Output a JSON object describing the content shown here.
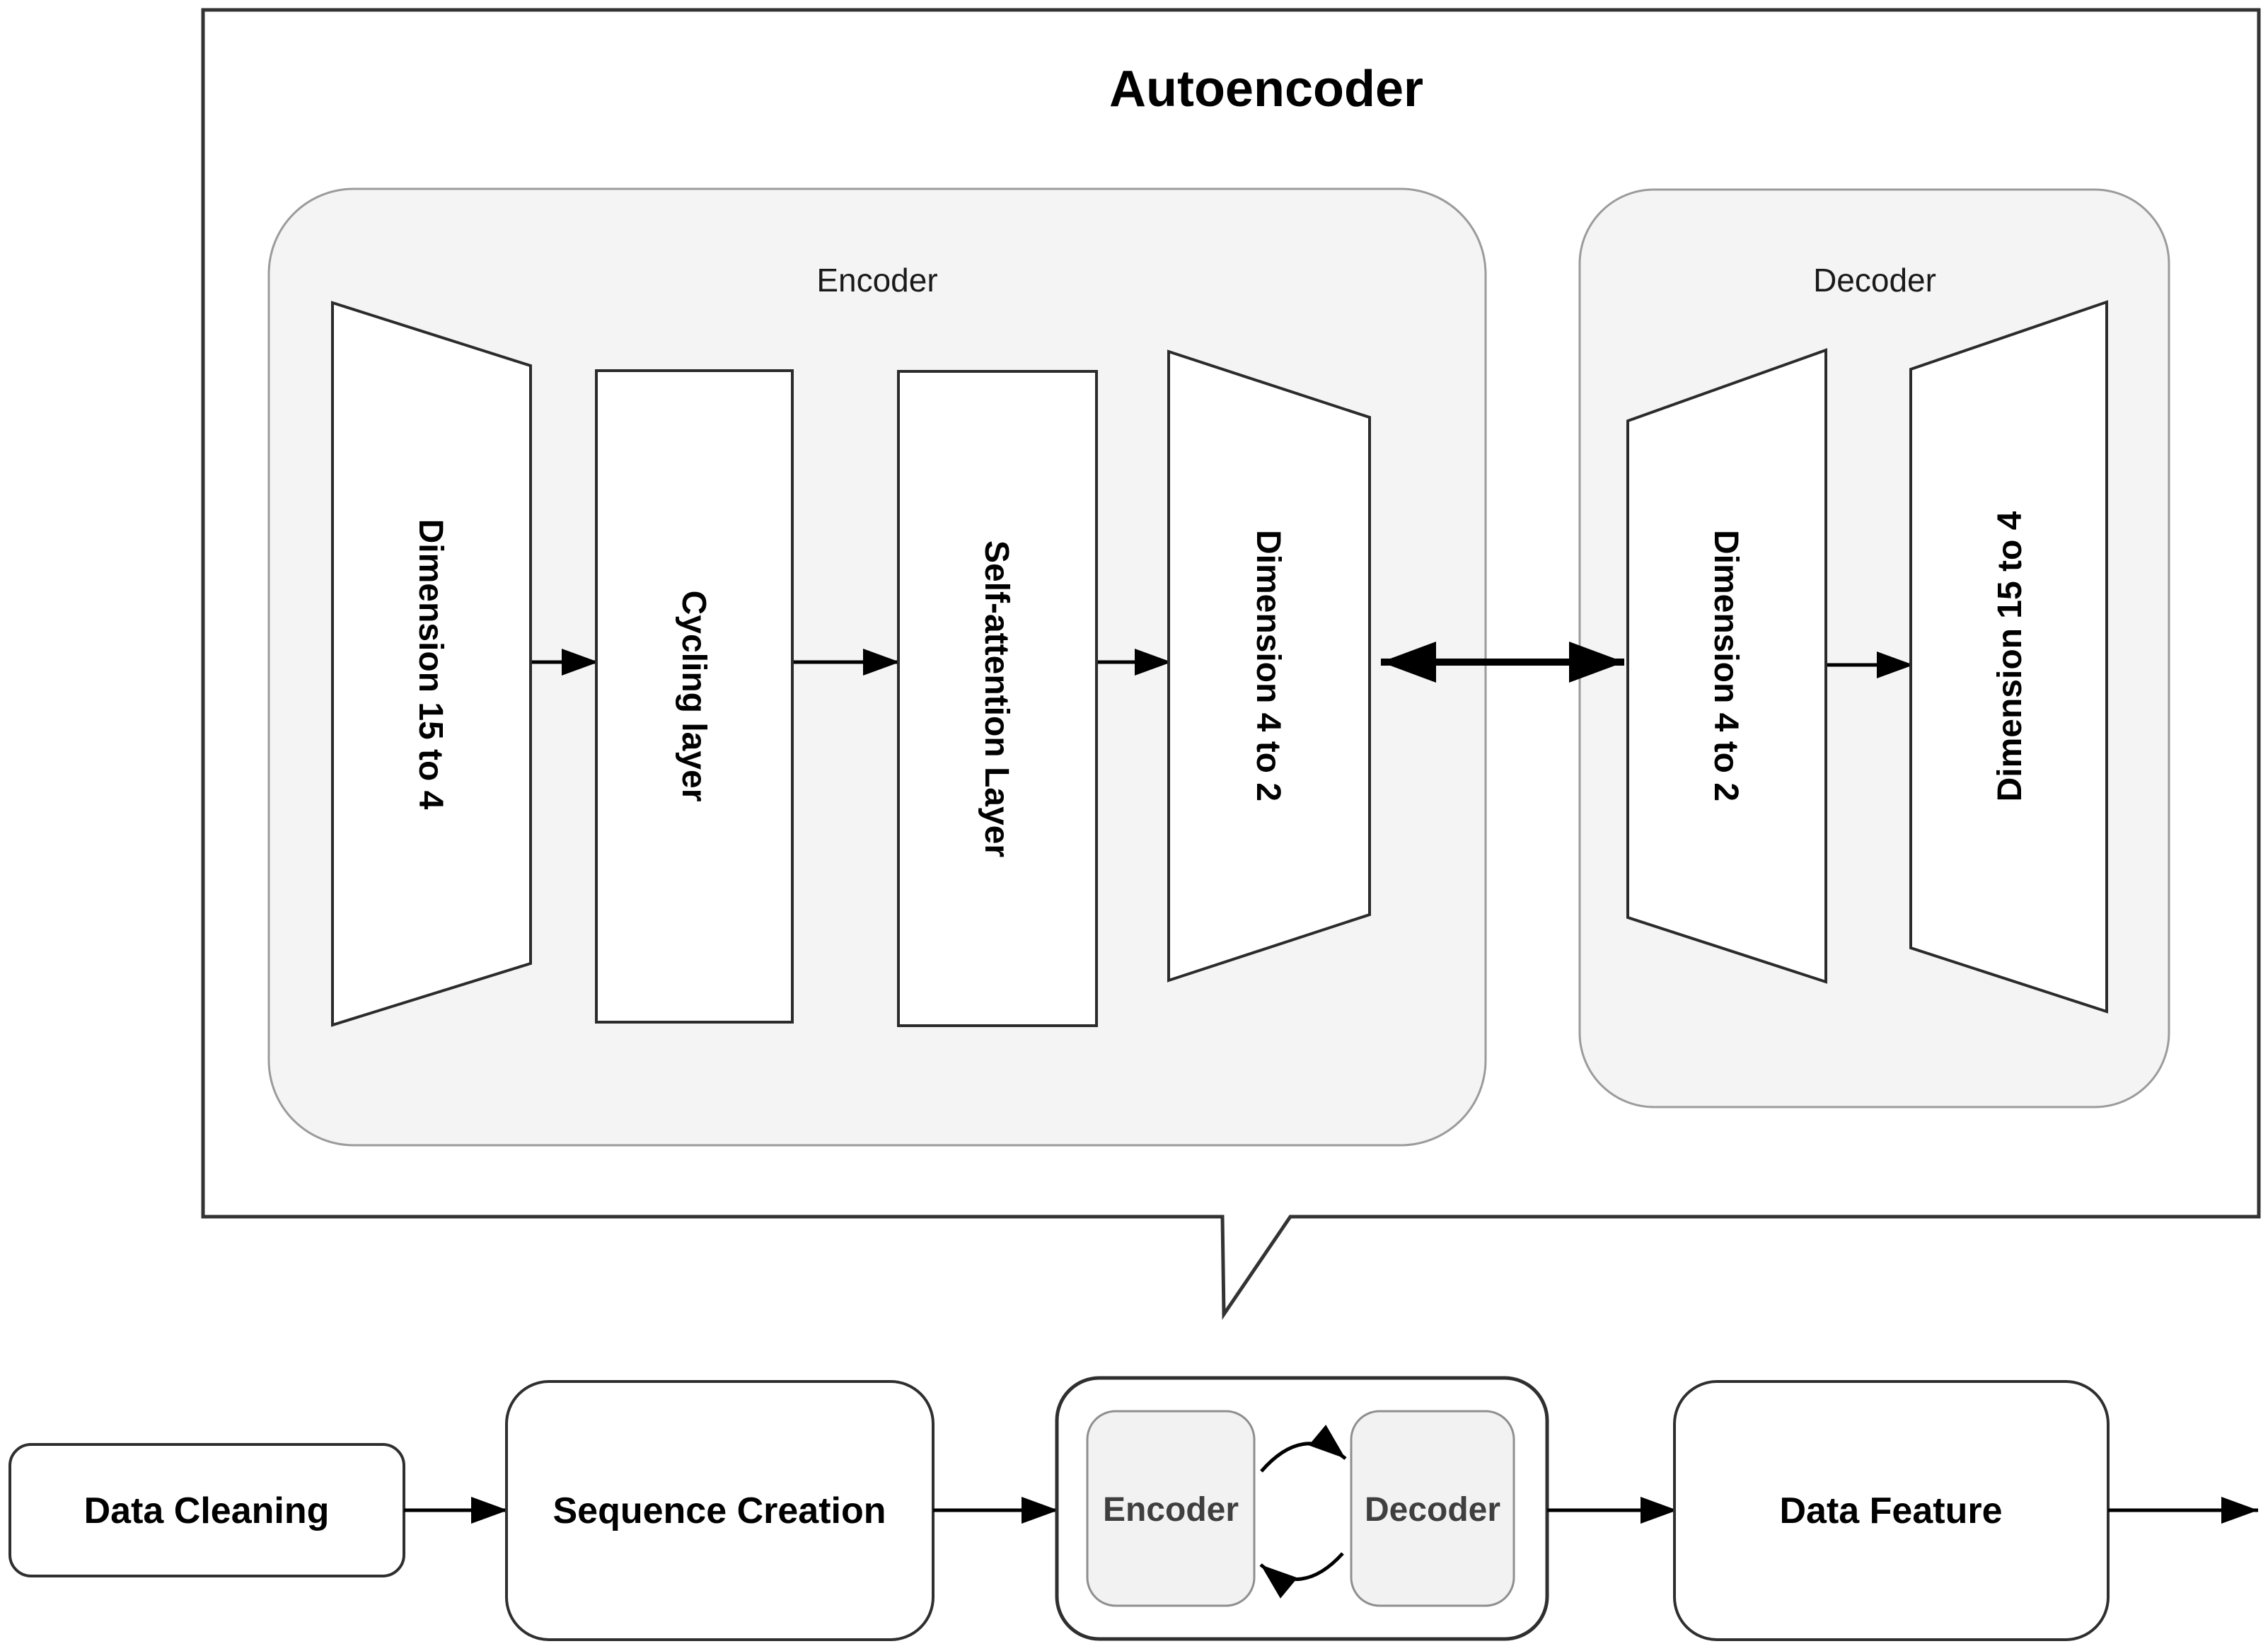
{
  "diagram": {
    "title": "Autoencoder",
    "encoder": {
      "label": "Encoder",
      "blocks": [
        {
          "label": "Dimension 15 to 4",
          "shape": "trapezoid-narrowing"
        },
        {
          "label": "Cycling layer",
          "shape": "rectangle"
        },
        {
          "label": "Self-attention Layer",
          "shape": "rectangle"
        },
        {
          "label": "Dimension 4 to 2",
          "shape": "trapezoid-narrowing"
        }
      ]
    },
    "decoder": {
      "label": "Decoder",
      "blocks": [
        {
          "label": "Dimension 4 to 2",
          "shape": "trapezoid-expanding"
        },
        {
          "label": "Dimension 15 to 4",
          "shape": "trapezoid-expanding"
        }
      ]
    },
    "pipeline": {
      "steps": [
        {
          "label": "Data Cleaning"
        },
        {
          "label": "Sequence Creation"
        },
        {
          "label": "Data Feature"
        }
      ],
      "autoencoder_box": {
        "encoder_label": "Encoder",
        "decoder_label": "Decoder"
      }
    },
    "colors": {
      "background": "#ffffff",
      "outer_border": "#333333",
      "container_fill": "#f4f4f4",
      "container_border": "#9b9b9b",
      "shape_fill": "#ffffff",
      "shape_border": "#2b2b2b",
      "arrow": "#000000",
      "inner_label_text": "#3f3f3f",
      "text": "#000000"
    }
  }
}
